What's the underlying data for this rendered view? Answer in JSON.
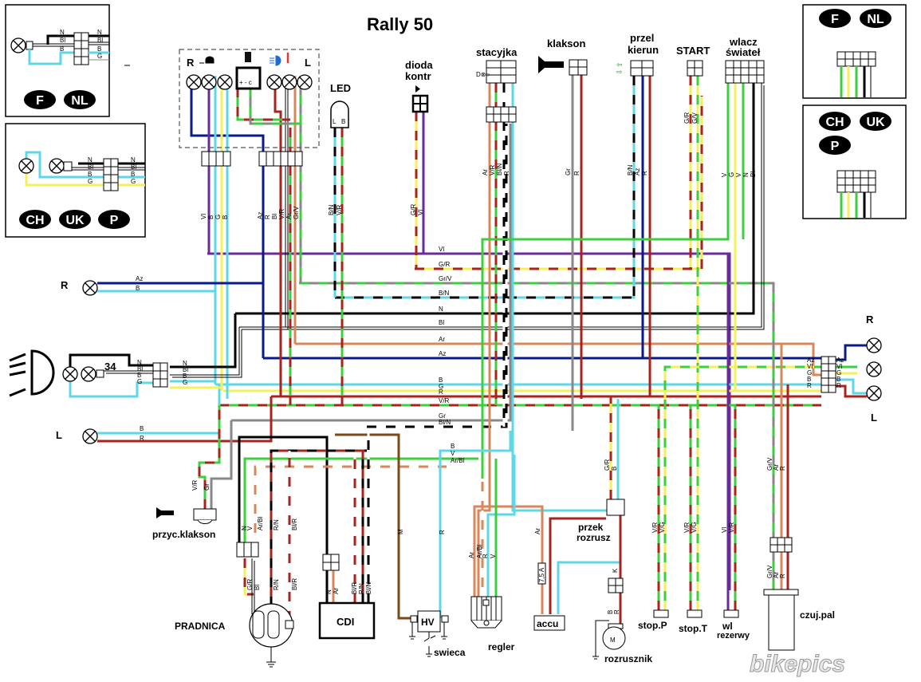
{
  "title": "Rally 50",
  "watermark": "bikepics",
  "colors": {
    "Az": "#0a1a8a",
    "B": "#5ed8e6",
    "Vl": "#6a2b9a",
    "G": "#f5f05a",
    "V": "#3ccf3c",
    "R": "#a8231e",
    "N": "#000000",
    "Bl": "#ffffff",
    "Ar": "#d9875a",
    "Gr": "#888888",
    "M": "#7a4a1a"
  },
  "insets": {
    "top_left": {
      "countries": [
        "F",
        "NL"
      ],
      "wires": [
        "N",
        "Bl",
        "B",
        "G"
      ]
    },
    "mid_left": {
      "countries": [
        "CH",
        "UK",
        "P"
      ],
      "wires": [
        "N",
        "Bl",
        "B",
        "G"
      ]
    },
    "top_right": {
      "countries": [
        "F",
        "NL"
      ],
      "wires": [
        "V",
        "G",
        "V",
        "N",
        "Bl"
      ]
    },
    "mid_right": {
      "countries": [
        "CH",
        "UK",
        "P"
      ],
      "wires": [
        "V",
        "G",
        "V",
        "N",
        "Bl"
      ]
    }
  },
  "dashboard": {
    "left_label": "R",
    "right_label": "L",
    "left_wire_labels": [
      "Az",
      "B",
      "Vl",
      "B",
      "G",
      "B"
    ],
    "center_wire_labels": [
      "V/R",
      "Ar",
      "Gr/V"
    ],
    "right_wire_labels": [
      "B",
      "B",
      "V/R",
      "Ar",
      "B",
      "R"
    ],
    "connector_left_labels": [
      "Vl",
      "B",
      "G",
      "B"
    ],
    "connector_right_labels": [
      "Az",
      "R",
      "Bl",
      "V/R",
      "Ar",
      "Gr/V"
    ]
  },
  "components": {
    "led": {
      "label": "LED",
      "pins": [
        "L",
        "B"
      ],
      "wires": [
        "B/N",
        "V/R"
      ]
    },
    "dioda": {
      "label1": "dioda",
      "label2": "kontr",
      "wires": [
        "G/R",
        "Vl"
      ]
    },
    "stacyjka": {
      "label": "stacyjka",
      "wires": [
        "Ar",
        "V/R",
        "Bl/N",
        "R"
      ]
    },
    "klakson": {
      "label": "klakson",
      "wires": [
        "Gr",
        "R"
      ]
    },
    "przel_kierun": {
      "label1": "przel",
      "label2": "kierun",
      "wires": [
        "B/N",
        "Az",
        "R"
      ]
    },
    "start": {
      "label": "START",
      "wires": [
        "G/R",
        "G/V"
      ]
    },
    "wlacz_swiatel": {
      "label1": "wlacz",
      "label2": "świateł",
      "wires": [
        "V",
        "G",
        "V",
        "N",
        "Bl"
      ]
    },
    "front_indicator_r": {
      "label": "R",
      "wires": [
        "Az",
        "B"
      ]
    },
    "headlight": {
      "label": "34",
      "wires": [
        "N",
        "Bl",
        "B",
        "G"
      ]
    },
    "front_indicator_l": {
      "label": "L",
      "wires": [
        "B",
        "R"
      ]
    },
    "rear_right": {
      "label": "R"
    },
    "rear_left": {
      "label": "L"
    },
    "rear_connector_wires": [
      "Az",
      "Vl",
      "G",
      "B",
      "R"
    ],
    "przyc_klakson": {
      "label": "przyc.klakson",
      "wires": [
        "V/R",
        "Gr"
      ]
    },
    "pradnica": {
      "label": "PRADNICA",
      "wires_top": [
        "N",
        "V",
        "Ar/Bl",
        "R/N",
        "Bl/R"
      ],
      "wires_bottom": [
        "G/R",
        "Bl",
        "R/N",
        "Bl/R"
      ]
    },
    "cdi": {
      "label": "CDI",
      "wires": [
        "N",
        "Ar",
        "Bl/R",
        "R/N",
        "Bl/N"
      ],
      "wires_top": [
        "N",
        "N",
        "Bl/N"
      ]
    },
    "hv": {
      "label": "HV",
      "wires": [
        "M",
        "R"
      ]
    },
    "swieca": {
      "label": "swieca"
    },
    "regler": {
      "label": "regler",
      "wires": [
        "Ar",
        "Ar/Bl",
        "R",
        "V"
      ]
    },
    "accu": {
      "label": "accu",
      "fuse": "7,5 A",
      "wires": [
        "Ar",
        "R",
        "R",
        "R"
      ]
    },
    "przek_rozrusz": {
      "label1": "przek",
      "label2": "rozrusz",
      "wires": [
        "G/R",
        "B",
        "R"
      ]
    },
    "rozrusznik": {
      "label": "rozrusznik",
      "motor": "M",
      "wires": [
        "B",
        "R",
        "K"
      ]
    },
    "stop_p": {
      "label": "stop.P",
      "wires": [
        "V/R",
        "V/G"
      ]
    },
    "stop_t": {
      "label": "stop.T",
      "wires": [
        "V/R",
        "V/G"
      ]
    },
    "wl_rezerwy": {
      "label1": "wl",
      "label2": "rezerwy",
      "wires": [
        "Vl",
        "V/R"
      ]
    },
    "czuj_pal": {
      "label": "czuj.pal",
      "wires": [
        "Gr/V",
        "Ar",
        "R"
      ]
    }
  },
  "bus_labels": [
    "Vl",
    "G/R",
    "Gr/V",
    "B/N",
    "N",
    "Bl",
    "Ar",
    "Az",
    "B",
    "G",
    "R",
    "V/R",
    "Gr",
    "Bl/N"
  ],
  "lower_bus_labels": [
    "B",
    "V",
    "Ar/Bl"
  ]
}
